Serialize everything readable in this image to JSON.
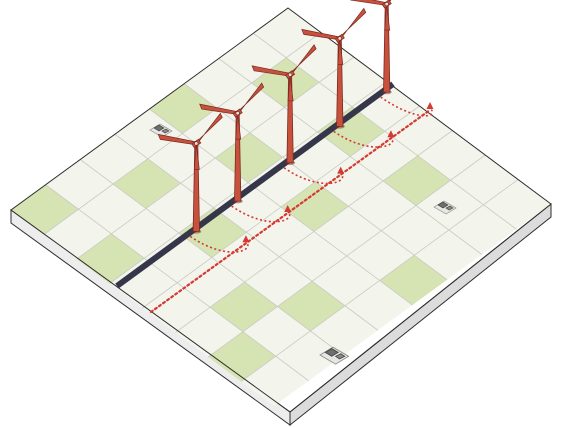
{
  "diagram": {
    "type": "isometric-landscape",
    "grid": {
      "rows": 8,
      "cols": 8
    },
    "field_colors": {
      "light": "#f3f4ec",
      "green": "#d6e3b2",
      "grid": "#c9cbc4",
      "slab_side_left": "#ededed",
      "slab_side_right": "#dcdcdc"
    },
    "green_fields": [
      [
        1,
        1
      ],
      [
        3,
        1
      ],
      [
        5,
        1
      ],
      [
        0,
        3
      ],
      [
        2,
        3
      ],
      [
        4,
        3
      ],
      [
        7,
        3
      ],
      [
        1,
        5
      ],
      [
        3,
        5
      ],
      [
        6,
        5
      ],
      [
        0,
        7
      ],
      [
        5,
        6
      ],
      [
        2,
        7
      ],
      [
        6,
        7
      ]
    ],
    "road": {
      "color": "#35364a",
      "label": ""
    },
    "wind_turbines": {
      "count": 5,
      "color": "#c8513e",
      "outline": "#7a2a20"
    },
    "cable_line": {
      "style": "dotted",
      "color": "#d33a32"
    },
    "relocation_arrows": {
      "count": 5,
      "style": "dotted",
      "color": "#d33a32"
    },
    "buildings": [
      {
        "icon": "farmhouse-icon"
      },
      {
        "icon": "farmhouse-icon"
      },
      {
        "icon": "farmhouse-icon"
      }
    ]
  }
}
